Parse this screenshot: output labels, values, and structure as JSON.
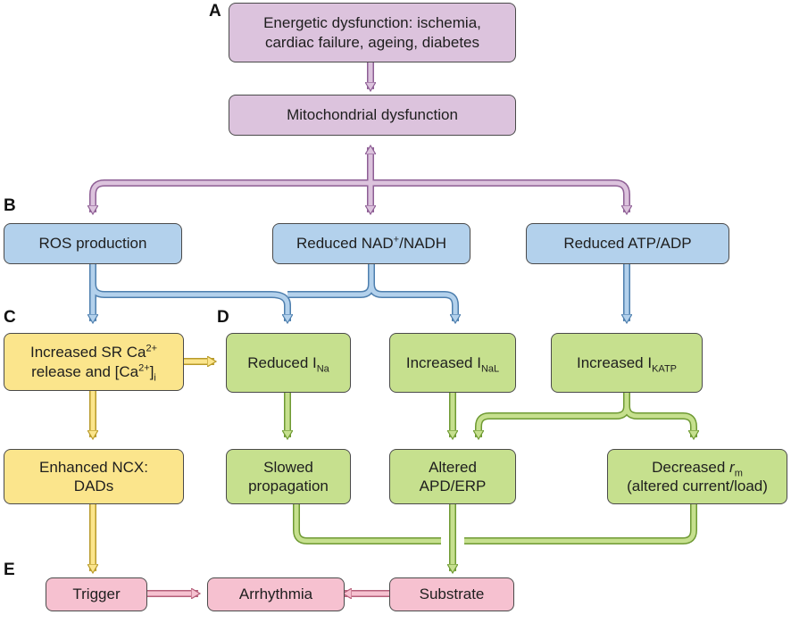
{
  "labels": {
    "a": "A",
    "b": "B",
    "c": "C",
    "d": "D",
    "e": "E"
  },
  "boxes": {
    "energetic": {
      "line1": "Energetic dysfunction: ischemia,",
      "line2": "cardiac failure, ageing, diabetes"
    },
    "mitochondrial": "Mitochondrial dysfunction",
    "ros": "ROS production",
    "nad": {
      "pre": "Reduced NAD",
      "sup": "+",
      "post": "/NADH"
    },
    "atp": "Reduced ATP/ADP",
    "sr_ca": {
      "pre1": "Increased SR Ca",
      "sup1": "2+",
      "pre2": "release and [Ca",
      "sup2": "2+",
      "post2": "]",
      "sub2": "i"
    },
    "ina": {
      "pre": "Reduced I",
      "sub": "Na"
    },
    "inal": {
      "pre": "Increased I",
      "sub": "NaL"
    },
    "ikatp": {
      "pre": "Increased I",
      "sub": "KATP"
    },
    "ncx": {
      "line1": "Enhanced NCX:",
      "line2": "DADs"
    },
    "slowed": {
      "line1": "Slowed",
      "line2": "propagation"
    },
    "apd": {
      "line1": "Altered",
      "line2": "APD/ERP"
    },
    "rm": {
      "pre": "Decreased ",
      "r": "r",
      "sub": "m",
      "line2": "(altered current/load)"
    },
    "trigger": "Trigger",
    "arrhythmia": "Arrhythmia",
    "substrate": "Substrate"
  },
  "colors": {
    "purple_fill": "#dcc3dd",
    "purple_stroke": "#8e5f95",
    "blue_fill": "#b3d1ec",
    "blue_stroke": "#4e7fae",
    "yellow_fill": "#fbe58c",
    "yellow_stroke": "#b89a2a",
    "green_fill": "#c6e08e",
    "green_stroke": "#6f9a34",
    "pink_fill": "#f6c1d0",
    "pink_stroke": "#b5607a"
  }
}
